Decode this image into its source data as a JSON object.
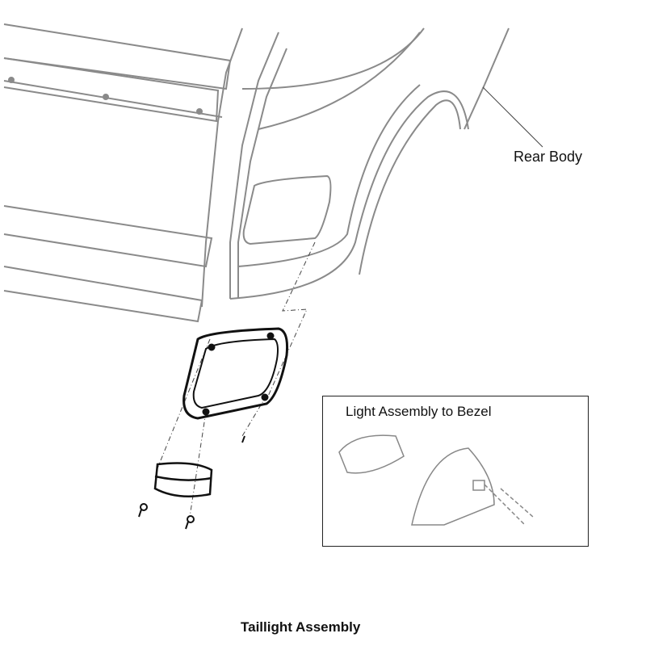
{
  "labels": {
    "rear_body": "Rear Body",
    "inset_title": "Light Assembly to Bezel",
    "caption": "Taillight Assembly"
  },
  "colors": {
    "body_line": "#8a8a8a",
    "part_line": "#111111"
  }
}
